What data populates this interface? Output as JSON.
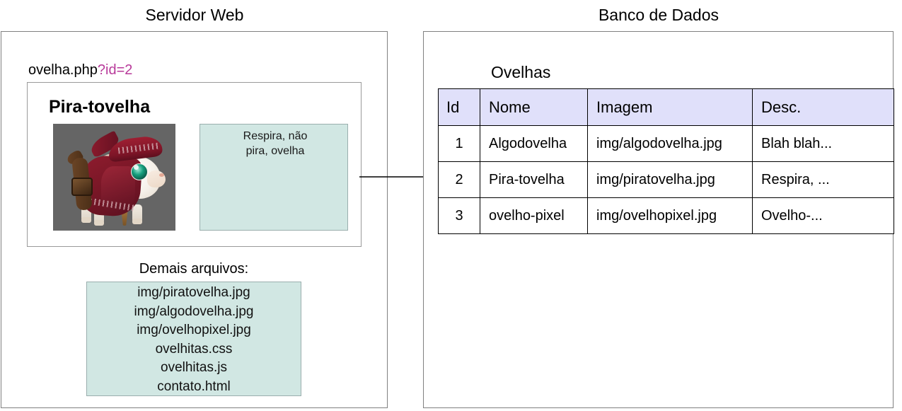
{
  "panels": {
    "web": {
      "title": "Servidor Web",
      "url": {
        "base": "ovelha.php",
        "query": "?id=2"
      },
      "page": {
        "heading": "Pira-tovelha",
        "image_alt": "pirate-sheep-image",
        "description_line1": "Respira, não",
        "description_line2": "pira, ovelha"
      },
      "files_label": "Demais arquivos:",
      "files": [
        "img/piratovelha.jpg",
        "img/algodovelha.jpg",
        "img/ovelhopixel.jpg",
        "ovelhitas.css",
        "ovelhitas.js",
        "contato.html"
      ]
    },
    "db": {
      "title": "Banco de Dados",
      "table_name": "Ovelhas",
      "columns": [
        "Id",
        "Nome",
        "Imagem",
        "Desc."
      ],
      "rows": [
        {
          "id": "1",
          "nome": "Algodovelha",
          "imagem": "img/algodovelha.jpg",
          "desc": "Blah blah..."
        },
        {
          "id": "2",
          "nome": "Pira-tovelha",
          "imagem": "img/piratovelha.jpg",
          "desc": "Respira, ..."
        },
        {
          "id": "3",
          "nome": "ovelho-pixel",
          "imagem": "img/ovelhopixel.jpg",
          "desc": "Ovelho-..."
        }
      ]
    }
  },
  "connector": {
    "name": "arrow-web-to-db"
  },
  "colors": {
    "panel_border": "#808080",
    "teal_box": "#d1e7e3",
    "table_header": "#e0e0fa",
    "query_string": "#b83a9a",
    "image_background": "#656565"
  }
}
